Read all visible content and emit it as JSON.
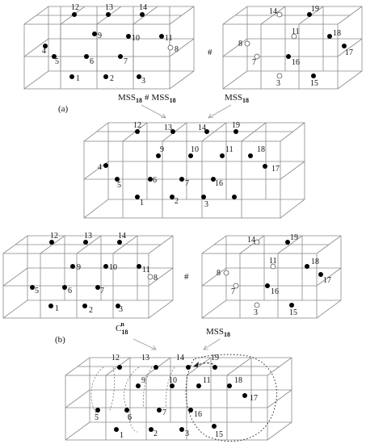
{
  "labels": {
    "part_a": "(a)",
    "part_b": "(b)",
    "hash": "#",
    "mss": "MSS",
    "sub18": "18",
    "c": "C",
    "sup_n": "n"
  },
  "n": {
    "a_left": [
      "12",
      "13",
      "14",
      "4",
      "9",
      "10",
      "11",
      "8",
      "5",
      "6",
      "7",
      "1",
      "2",
      "3"
    ],
    "a_right": [
      "14",
      "19",
      "8",
      "11",
      "18",
      "7",
      "16",
      "17",
      "3",
      "15"
    ],
    "a_merge": [
      "12",
      "13",
      "14",
      "19",
      "9",
      "10",
      "11",
      "18",
      "4",
      "17",
      "5",
      "6",
      "7",
      "16",
      "1",
      "2",
      "3"
    ],
    "b_left": [
      "12",
      "13",
      "14",
      "9",
      "10",
      "11",
      "8",
      "5",
      "6",
      "7",
      "1",
      "2",
      "3"
    ],
    "b_right": [
      "14",
      "19",
      "8",
      "11",
      "18",
      "7",
      "16",
      "17",
      "3",
      "15"
    ],
    "b_merge": [
      "12",
      "13",
      "14",
      "19",
      "9",
      "10",
      "11",
      "18",
      "5",
      "6",
      "7",
      "16",
      "17",
      "1",
      "2",
      "3",
      "15"
    ]
  }
}
